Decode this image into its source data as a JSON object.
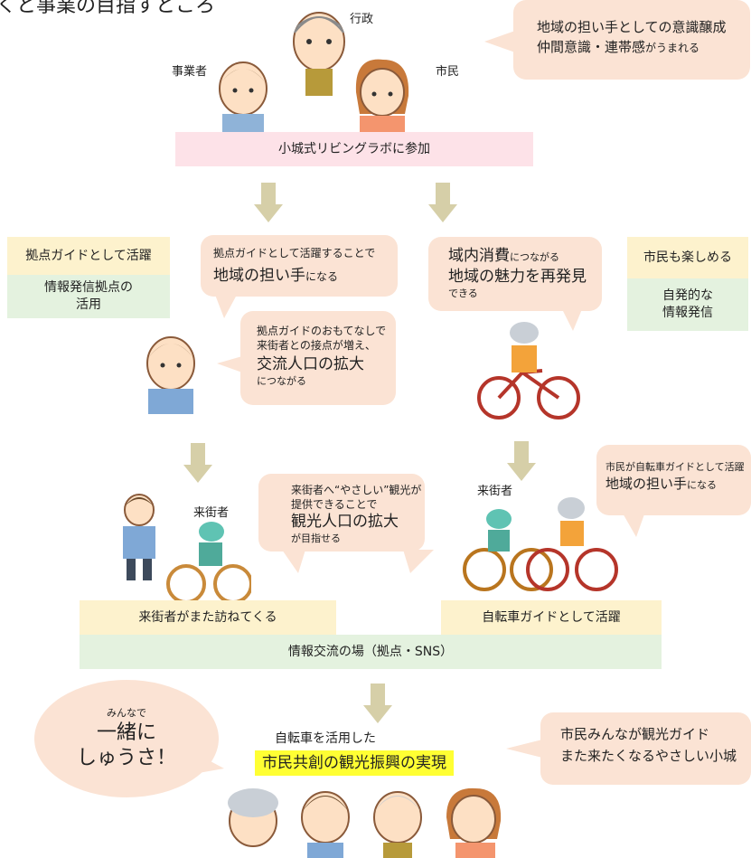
{
  "header": {
    "title_fragment": "くと事業の目指すところ"
  },
  "roles": {
    "admin": "行政",
    "business": "事業者",
    "citizen": "市民",
    "visitor1": "来街者",
    "visitor2": "来街者"
  },
  "top_bubble": {
    "line1": "地域の担い手としての意識醸成",
    "line2a": "仲間意識・連帯感",
    "line2b": "がうまれる"
  },
  "join_box": "小城式リビングラボに参加",
  "left_col": {
    "yellow": "拠点ガイドとして活躍",
    "green_line1": "情報発信拠点の",
    "green_line2": "活用"
  },
  "bubble_base_guide": {
    "line1": "拠点ガイドとして活躍することで",
    "line2a": "地域の担い手",
    "line2b": "になる"
  },
  "bubble_exchange": {
    "line1": "拠点ガイドのおもてなしで",
    "line2": "来街者との接点が増え、",
    "line3": "交流人口の拡大",
    "line4": "につながる"
  },
  "bubble_consumption": {
    "line1a": "域内消費",
    "line1b": "につながる",
    "line2": "地域の魅力を再発見",
    "line3": "できる"
  },
  "right_col": {
    "yellow": "市民も楽しめる",
    "green_line1": "自発的な",
    "green_line2": "情報発信"
  },
  "bubble_tourism": {
    "line1": "来街者へ“やさしい”観光が",
    "line2": "提供できることで",
    "line3": "観光人口の拡大",
    "line4": "が目指せる"
  },
  "bubble_bike_guide": {
    "line1": "市民が自転車ガイドとして活躍",
    "line2a": "地域の担い手",
    "line2b": "になる"
  },
  "revisit_box": "来街者がまた訪ねてくる",
  "bike_guide_box": "自転車ガイドとして活躍",
  "info_box": "情報交流の場（拠点・SNS）",
  "speech": {
    "small": "みんなで",
    "line1": "一緒に",
    "line2": "しゅうさ！"
  },
  "goal": {
    "pre": "自転車を活用した",
    "highlight": "市民共創",
    "rest": "の観光振興の実現"
  },
  "bottom_bubble": {
    "line1": "市民みんなが観光ガイド",
    "line2": "また来たくなるやさしい小城"
  },
  "colors": {
    "arrow": "#d6cfa8",
    "bubble": "#fbe3d4",
    "pink": "#fde2e8",
    "yellow": "#fdf2cd",
    "green": "#e4f2df",
    "highlight": "#ffff33"
  }
}
